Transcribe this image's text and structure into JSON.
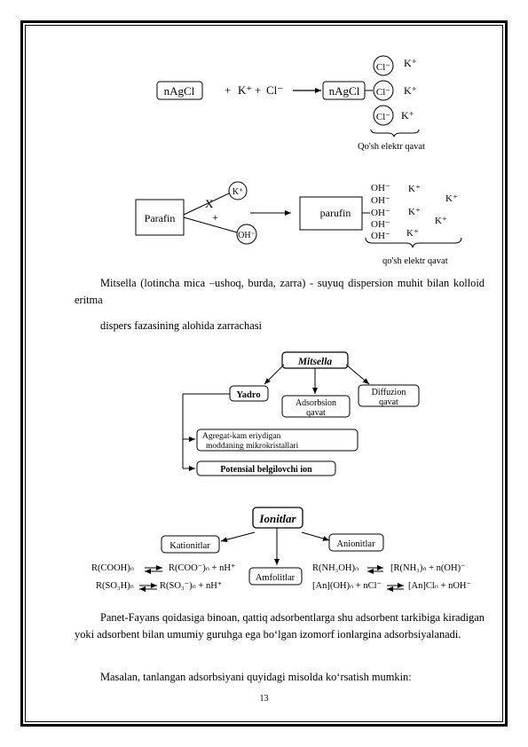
{
  "fig1": {
    "nagcl": "nAgCl",
    "plus": "+",
    "k_plus": "K⁺",
    "cl_minus": "Cl⁻",
    "nagcl_right": "nAgCl",
    "cl_ions": [
      "Cl⁻",
      "Cl⁻",
      "Cl⁻"
    ],
    "k_ions": [
      "K⁺",
      "K⁺",
      "K⁺"
    ],
    "caption": "Qo'sh elektr qavat"
  },
  "fig2": {
    "parafin": "Parafin",
    "k_plus": "K⁺",
    "oh_minus": "OH⁻",
    "plus": "+",
    "cross": "X",
    "parufin": "parufin",
    "oh_ions": [
      "OH⁻",
      "OH⁻",
      "OH⁻",
      "OH⁻",
      "OH⁻"
    ],
    "k_ions": [
      "K⁺",
      "K⁺",
      "K⁺",
      "K⁺",
      "K⁺"
    ],
    "caption": "qo'sh elektr qavat"
  },
  "para1": "Mitsella (lotincha mica –ushoq, burda, zarra) - suyuq dispersion muhit bilan kolloid eritma",
  "para1b": "dispers fazasining alohida zarrachasi",
  "fig3": {
    "mitsella": "Mitsella",
    "yadro": "Yadro",
    "adsorbsion": "Adsorbsion",
    "qavat1": "qavat",
    "diffuzion": "Diffuzion",
    "qavat2": "qavat",
    "agregat1": "Agregat-kam eriydigan",
    "agregat2": "moddaning mikrokristallari",
    "potensial": "Potensial belgilovchi ion"
  },
  "fig4": {
    "title": "Ionitlar",
    "kationitlar": "Kationitlar",
    "anionitlar": "Anionitlar",
    "amfolitlar": "Amfolitlar",
    "eq1_left": "R(COOH)ₙ",
    "eq1_right": "R(COO⁻)ₙ + nH⁺",
    "eq2_left": "R(SO₃H)ₙ",
    "eq2_right": "R(SO₃⁻)ₙ + nH⁺",
    "eq3_left": "R(NH₃OH)ₙ",
    "eq3_right": "[R(NH₃)ₙ  + n(OH)⁻",
    "eq4_left": "[An](OH)ₙ + nCl⁻",
    "eq4_right": "[An]Clₙ + nOH⁻"
  },
  "para2": "Panet-Fayans qoidasiga binoan, qattiq adsorbentlarga shu adsorbent tarkibiga kiradigan yoki adsorbent bilan umumiy guruhga ega bo‘lgan izomorf ionlargina adsorbsiyalanadi.",
  "para3": "Masalan, tanlangan adsorbsiyani quyidagi misolda ko‘rsatish mumkin:",
  "page_number": "13"
}
